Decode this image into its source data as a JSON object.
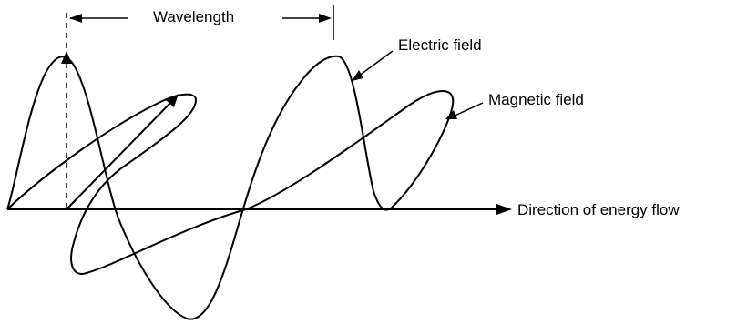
{
  "diagram": {
    "title": "",
    "labels": {
      "wavelength": "Wavelength",
      "electric_field": "Electric field",
      "magnetic_field": "Magnetic field",
      "direction": "Direction of energy flow"
    }
  }
}
